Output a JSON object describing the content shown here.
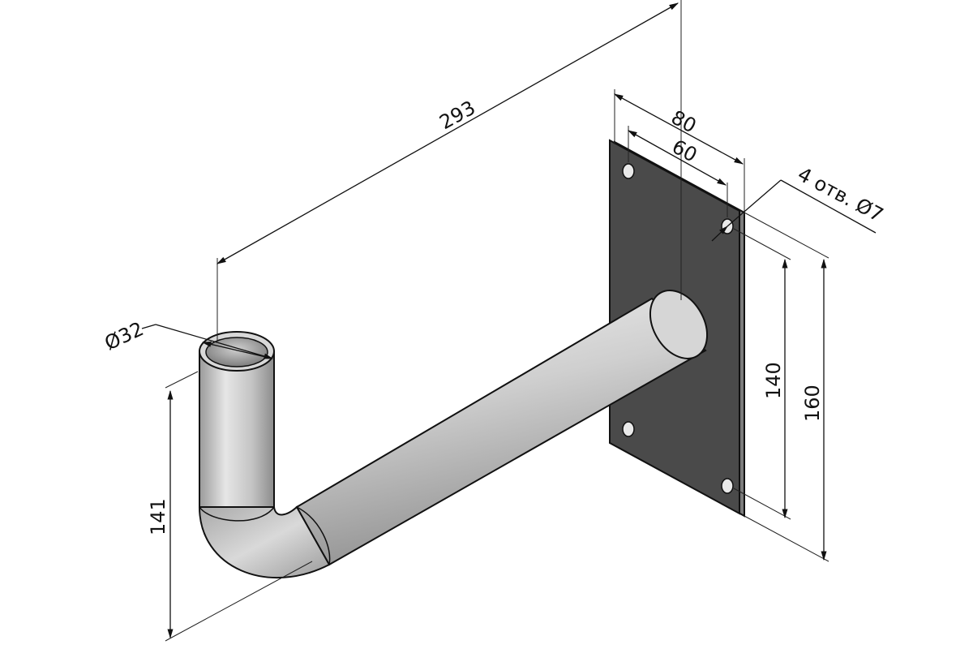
{
  "dimensions": {
    "length": "293",
    "plate_width": "80",
    "hole_spacing_horizontal": "60",
    "holes_note": "4 отв. Ø7",
    "pipe_diameter": "Ø32",
    "hole_spacing_vertical": "140",
    "plate_height": "160",
    "riser_height": "141"
  },
  "colors": {
    "plate": "#4a4a4a",
    "pipe_light": "#dcdcdc",
    "pipe_dark": "#8f8f8f",
    "line": "#111111"
  }
}
